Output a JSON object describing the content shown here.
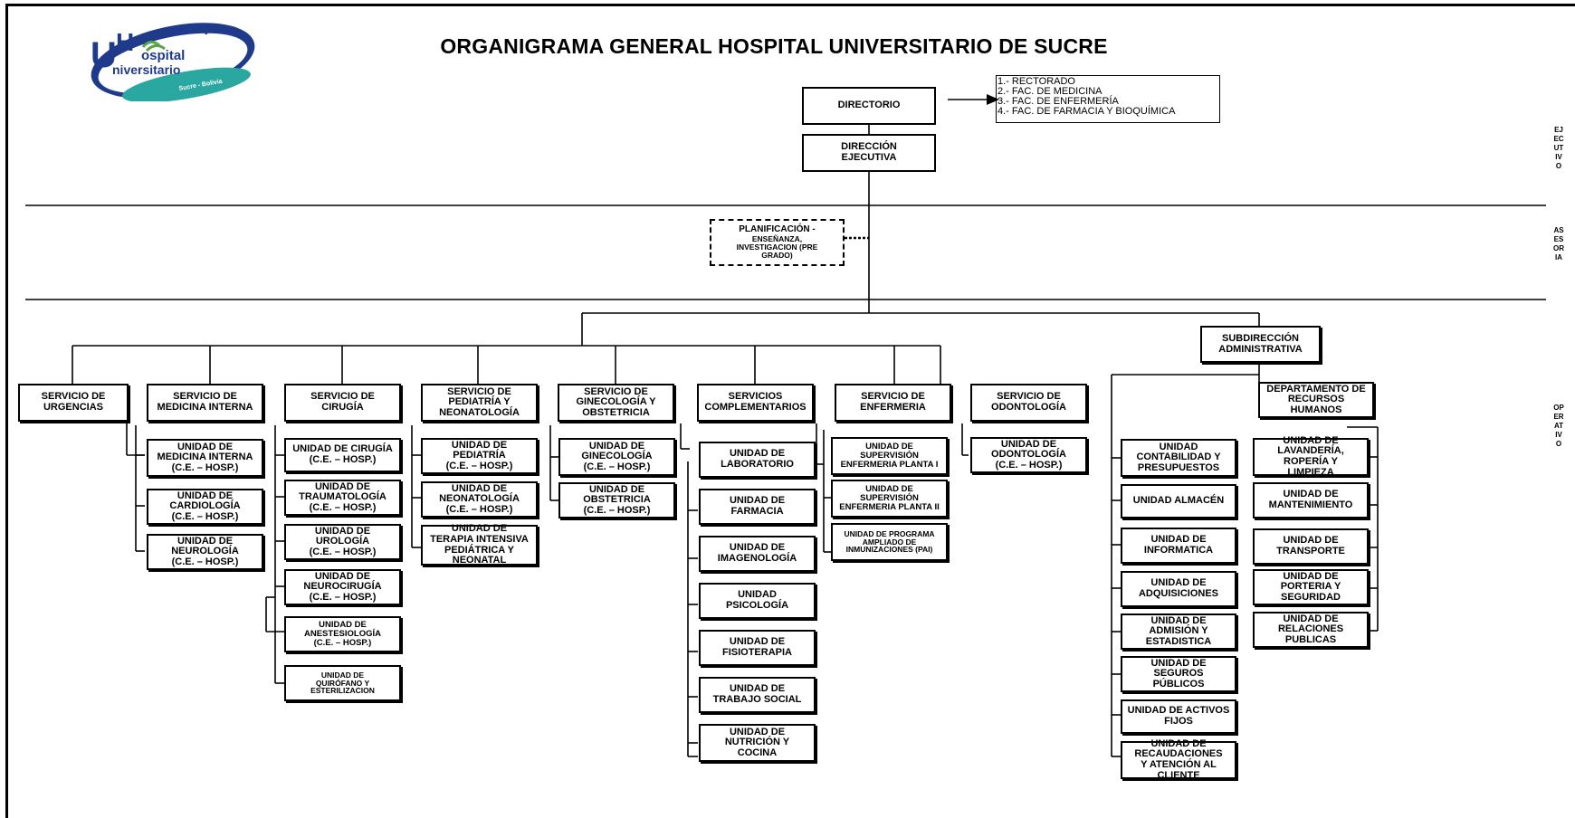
{
  "title": "ORGANIGRAMA GENERAL HOSPITAL UNIVERSITARIO DE SUCRE",
  "logo": {
    "line1": "ospital",
    "line2": "niversitario",
    "tagline": "Sucre - Bolivia",
    "colors": {
      "navy": "#1f3a8a",
      "teal": "#2aa7a0",
      "green": "#5aa44a"
    }
  },
  "directorio": "DIRECTORIO",
  "university": [
    "1.- RECTORADO",
    "2.- FAC. DE MEDICINA",
    "3.- FAC. DE ENFERMERÍA",
    "4.- FAC. DE FARMACIA Y BIOQUÍMICA"
  ],
  "direccion_ejecutiva": "DIRECCIÓN\nEJECUTIVA",
  "planificacion": {
    "title": "PLANIFICACIÓN -",
    "sub": "ENSEÑANZA,\nINVESTIGACION (PRE\nGRADO)"
  },
  "levels": {
    "ejecutivo": "EJECUTIVO",
    "asesoria": "ASESORIA",
    "operativo": "OPERATIVO"
  },
  "subdireccion": "SUBDIRECCIÓN\nADMINISTRATIVA",
  "services": [
    {
      "label": "SERVICIO DE\nURGENCIAS",
      "units": []
    },
    {
      "label": "SERVICIO DE\nMEDICINA INTERNA",
      "units": [
        "UNIDAD DE\nMEDICINA INTERNA\n(C.E. – HOSP.)",
        "UNIDAD DE\nCARDIOLOGÍA\n(C.E. – HOSP.)",
        "UNIDAD DE\nNEUROLOGÍA\n(C.E. – HOSP.)"
      ]
    },
    {
      "label": "SERVICIO DE\nCIRUGÍA",
      "units": [
        "UNIDAD DE CIRUGÍA\n(C.E. – HOSP.)",
        "UNIDAD DE\nTRAUMATOLOGÍA\n(C.E. – HOSP.)",
        "UNIDAD DE\nUROLOGÍA\n(C.E. – HOSP.)",
        "UNIDAD DE\nNEUROCIRUGÍA\n(C.E. – HOSP.)",
        "UNIDAD DE\nANESTESIOLOGÍA\n(C.E. – HOSP.)",
        "UNIDAD DE\nQUIRÓFANO Y\nESTERILIZACION"
      ]
    },
    {
      "label": "SERVICIO DE\nPEDIATRÍA Y\nNEONATOLOGÍA",
      "units": [
        "UNIDAD DE\nPEDIATRÍA\n(C.E. – HOSP.)",
        "UNIDAD DE\nNEONATOLOGÍA\n(C.E. – HOSP.)",
        "UNIDAD DE\nTERAPIA INTENSIVA\nPEDIÁTRICA Y\nNEONATAL"
      ]
    },
    {
      "label": "SERVICIO DE\nGINECOLOGÍA Y\nOBSTETRICIA",
      "units": [
        "UNIDAD DE\nGINECOLOGÍA\n(C.E. – HOSP.)",
        "UNIDAD DE\nOBSTETRICIA\n(C.E. – HOSP.)"
      ]
    },
    {
      "label": "SERVICIOS\nCOMPLEMENTARIOS",
      "units": [
        "UNIDAD DE\nLABORATORIO",
        "UNIDAD DE\nFARMACIA",
        "UNIDAD DE\nIMAGENOLOGÍA",
        "UNIDAD\nPSICOLOGÍA",
        "UNIDAD  DE\nFISIOTERAPIA",
        "UNIDAD DE\nTRABAJO SOCIAL",
        "UNIDAD DE\nNUTRICIÓN Y\nCOCINA"
      ]
    },
    {
      "label": "SERVICIO DE\nENFERMERIA",
      "units": [
        "UNIDAD DE\nSUPERVISIÓN\nENFERMERIA PLANTA I",
        "UNIDAD DE\nSUPERVISIÓN\nENFERMERIA PLANTA II",
        "UNIDAD DE PROGRAMA\nAMPLIADO DE\nINMUNIZACIONES (PAI)"
      ]
    },
    {
      "label": "SERVICIO  DE\nODONTOLOGÍA",
      "units": [
        "UNIDAD DE\nODONTOLOGÍA\n(C.E. – HOSP.)"
      ]
    }
  ],
  "admin_units": [
    "UNIDAD\nCONTABILIDAD Y\nPRESUPUESTOS",
    "UNIDAD ALMACÉN",
    "UNIDAD  DE\nINFORMATICA",
    "UNIDAD DE\nADQUISICIONES",
    "UNIDAD DE\nADMISIÓN Y\nESTADISTICA",
    "UNIDAD DE\nSEGUROS\nPÚBLICOS",
    "UNIDAD DE ACTIVOS\nFIJOS",
    "UNIDAD DE\nRECAUDACIONES\nY ATENCIÓN AL\nCLIENTE"
  ],
  "rrhh": {
    "label": "DEPARTAMENTO DE\nRECURSOS\nHUMANOS",
    "units": [
      "UNIDAD DE\nLAVANDERÍA,\nROPERÍA Y\nLIMPIEZA",
      "UNIDAD DE\nMANTENIMIENTO",
      "UNIDAD DE\nTRANSPORTE",
      "UNIDAD DE\nPORTERIA Y\nSEGURIDAD",
      "UNIDAD DE\nRELACIONES\nPUBLICAS"
    ]
  }
}
